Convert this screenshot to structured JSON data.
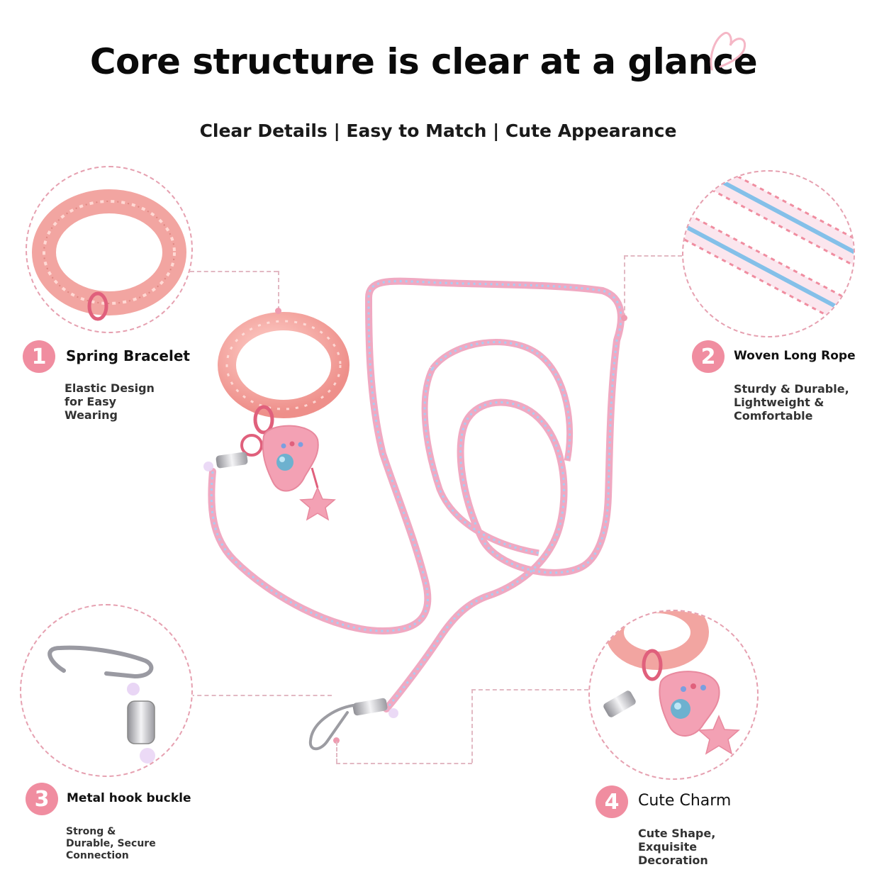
{
  "header": {
    "title": "Core structure is clear at a glance",
    "subtitle": "Clear Details | Easy to Match | Cute Appearance"
  },
  "features": [
    {
      "number": "1",
      "title": "Spring Bracelet",
      "description": [
        "Elastic Design",
        "for Easy",
        "Wearing"
      ]
    },
    {
      "number": "2",
      "title": "Woven Long Rope",
      "description": [
        "Sturdy & Durable,",
        "Lightweight &",
        "Comfortable"
      ]
    },
    {
      "number": "3",
      "title": "Metal hook buckle",
      "description": [
        "Strong &",
        "Durable, Secure",
        "Connection"
      ]
    },
    {
      "number": "4",
      "title": "Cute Charm",
      "description": [
        "Cute Shape,",
        "Exquisite",
        "Decoration"
      ]
    }
  ],
  "colors": {
    "accent": "#f08da0",
    "rope_pink": "#f1b6c8",
    "rope_blue": "#6fb8e8",
    "bracelet": "#f6a7a2",
    "charm": "#f3a1b4",
    "metal": "#c8c8cc"
  }
}
